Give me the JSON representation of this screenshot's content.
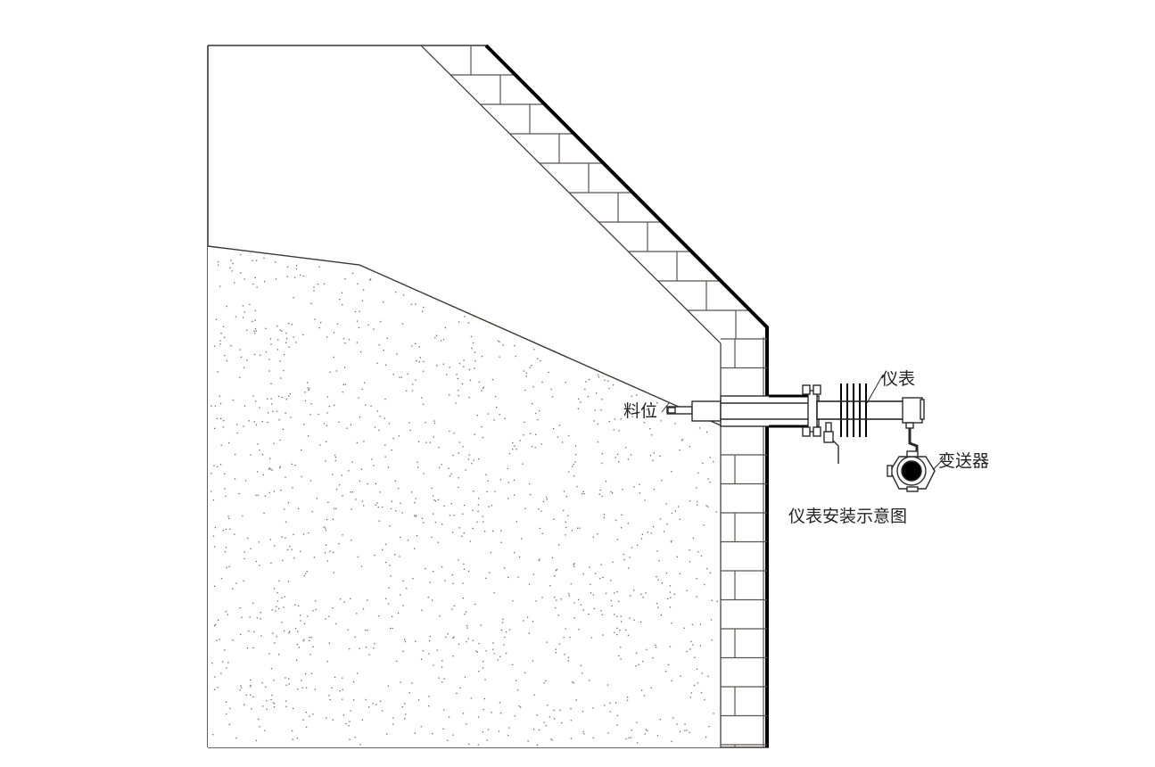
{
  "diagram": {
    "title": "仪表安装示意图",
    "labels": {
      "instrument": "仪表",
      "material_level": "料位",
      "transmitter": "变送器"
    },
    "colors": {
      "line": "#3a3432",
      "thick_wall": "#000000",
      "dots": "#555555",
      "background": "#ffffff"
    }
  }
}
